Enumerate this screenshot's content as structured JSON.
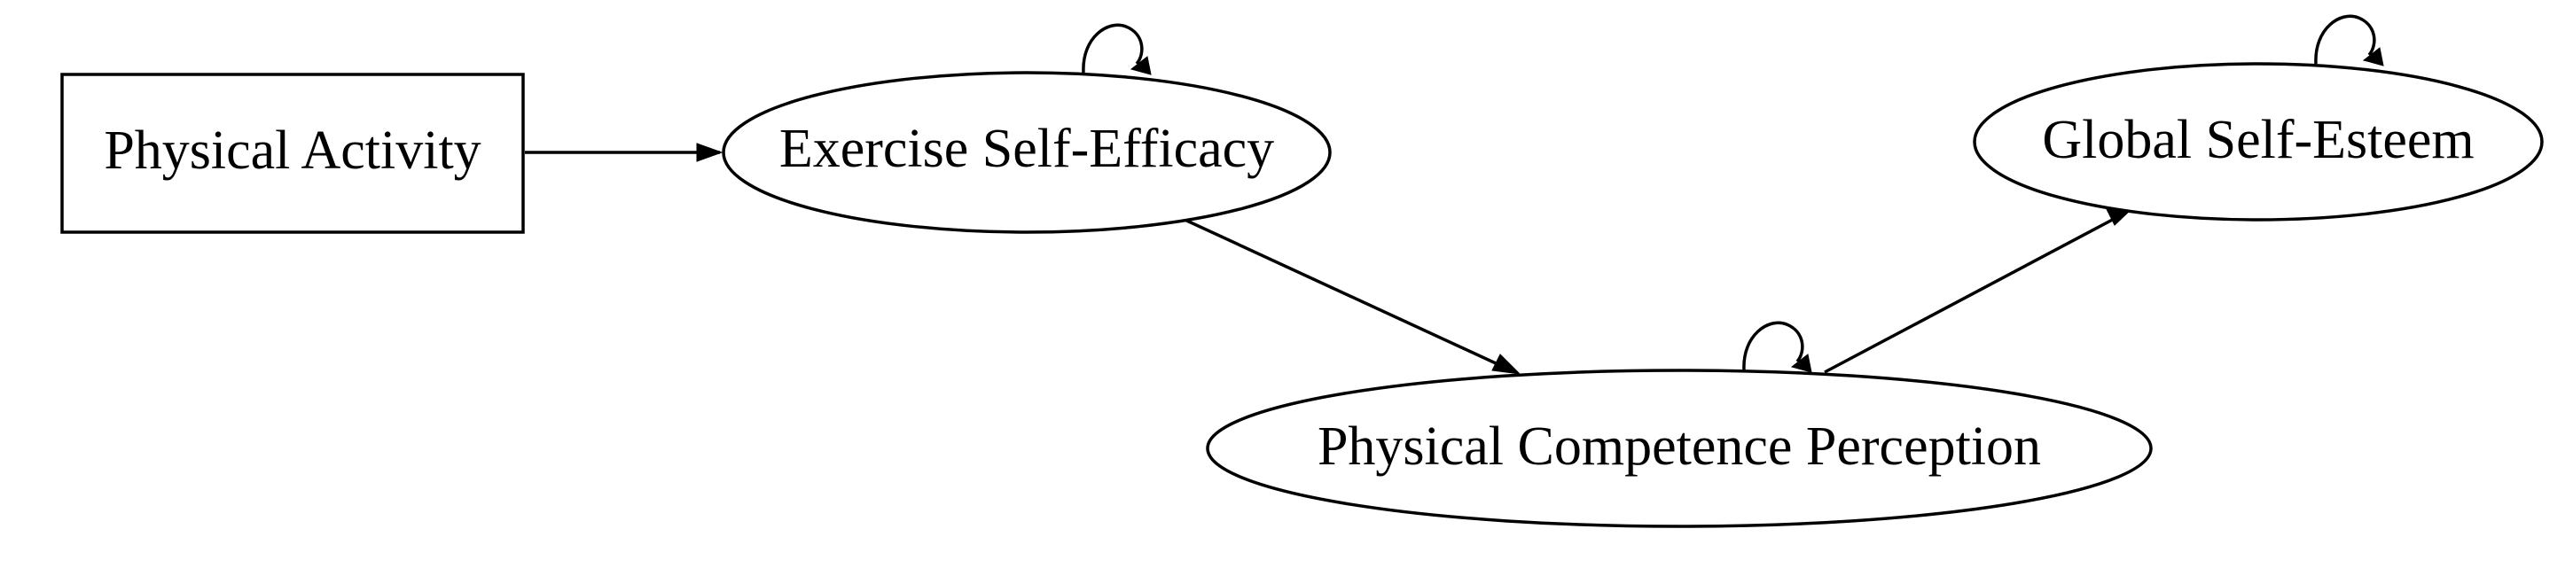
{
  "diagram": {
    "nodes": {
      "physical_activity": {
        "label": "Physical Activity",
        "shape": "rectangle"
      },
      "exercise_self_efficacy": {
        "label": "Exercise Self-Efficacy",
        "shape": "ellipse"
      },
      "physical_competence_perception": {
        "label": "Physical Competence Perception",
        "shape": "ellipse"
      },
      "global_self_esteem": {
        "label": "Global Self-Esteem",
        "shape": "ellipse"
      }
    },
    "edges": [
      {
        "from": "physical_activity",
        "to": "exercise_self_efficacy"
      },
      {
        "from": "exercise_self_efficacy",
        "to": "physical_competence_perception"
      },
      {
        "from": "physical_competence_perception",
        "to": "global_self_esteem"
      }
    ],
    "self_loops": [
      "exercise_self_efficacy",
      "physical_competence_perception",
      "global_self_esteem"
    ],
    "colors": {
      "stroke": "#000000",
      "background": "#ffffff"
    }
  }
}
